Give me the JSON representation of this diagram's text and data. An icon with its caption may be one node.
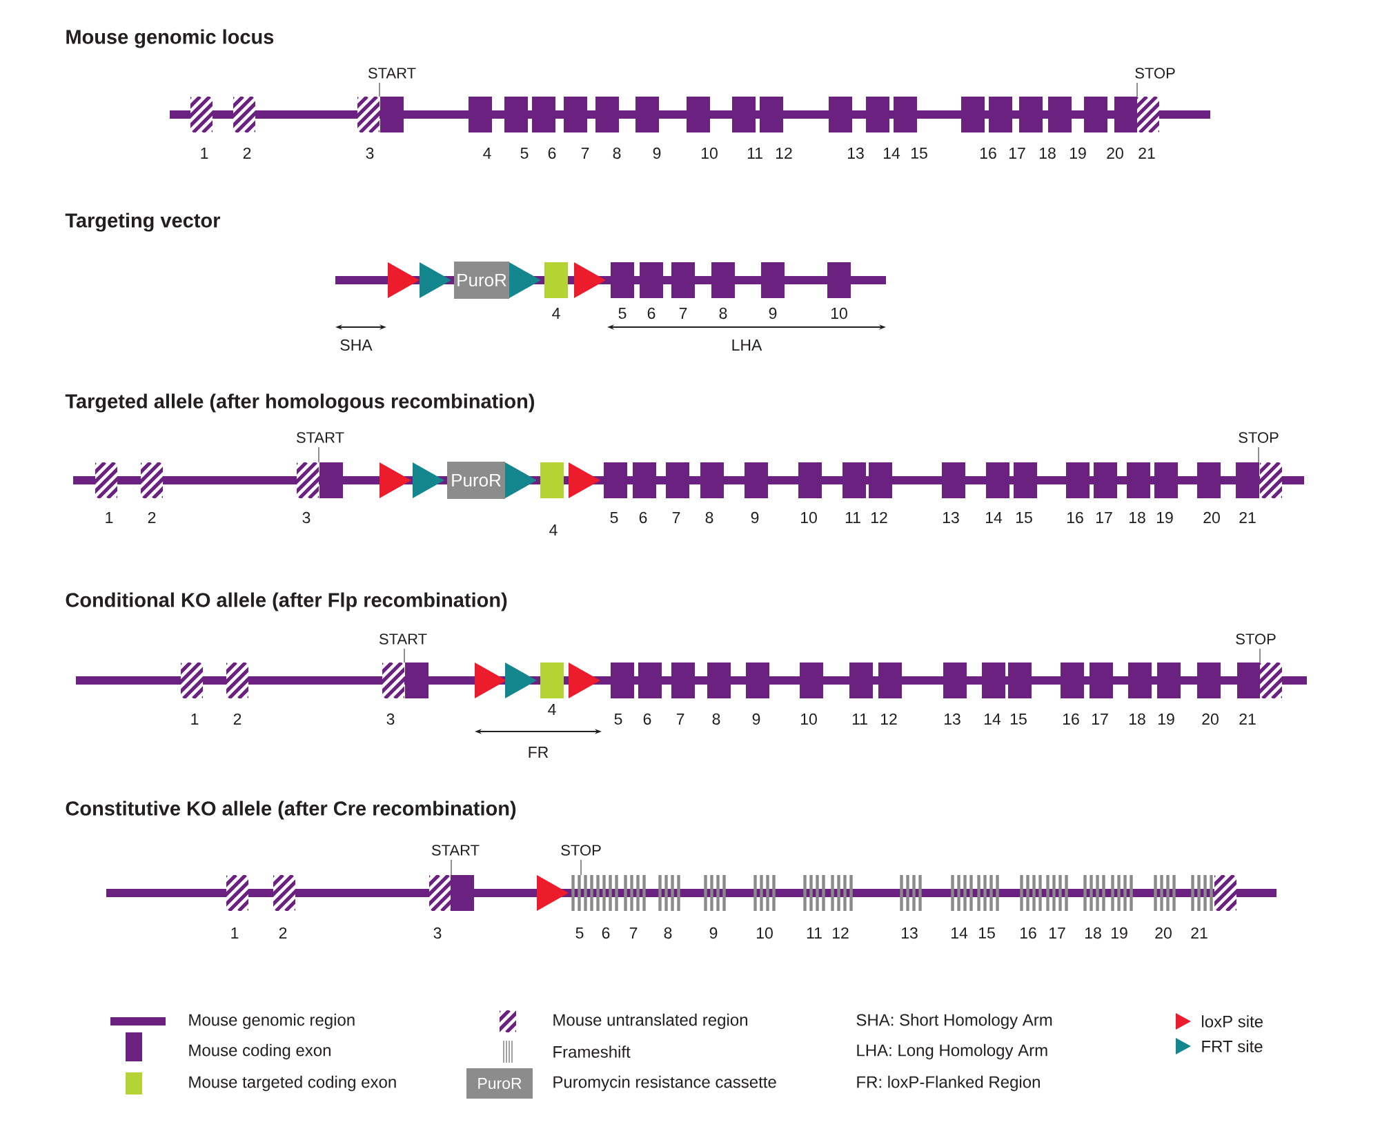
{
  "diagram": {
    "nodes": [
      {
        "text": [
          "PuroR"
        ]
      },
      {
        "text": [
          "PuroR"
        ]
      },
      {
        "text": [
          "PuroR"
        ]
      }
    ],
    "labels": [
      "Mouse genomic locus",
      "START",
      "STOP",
      "1",
      "2",
      "3",
      "4",
      "5",
      "6",
      "7",
      "8",
      "9",
      "10",
      "11",
      "12",
      "13",
      "14",
      "15",
      "16",
      "17",
      "18",
      "19",
      "20",
      "21",
      "Targeting vector",
      "4",
      "5",
      "6",
      "7",
      "8",
      "9",
      "10",
      "SHA",
      "LHA",
      "Targeted allele (after homologous recombination)",
      "START",
      "STOP",
      "1",
      "2",
      "3",
      "4",
      "5",
      "6",
      "7",
      "8",
      "9",
      "10",
      "11",
      "12",
      "13",
      "14",
      "15",
      "16",
      "17",
      "18",
      "19",
      "20",
      "21",
      "Conditional KO allele (after Flp recombination)",
      "START",
      "STOP",
      "1",
      "2",
      "3",
      "4",
      "5",
      "6",
      "7",
      "8",
      "9",
      "10",
      "11",
      "12",
      "13",
      "14",
      "15",
      "16",
      "17",
      "18",
      "19",
      "20",
      "21",
      "FR",
      "Constitutive KO allele (after Cre recombination)",
      "START",
      "STOP",
      "1",
      "2",
      "3",
      "5",
      "6",
      "7",
      "8",
      "9",
      "10",
      "11",
      "12",
      "13",
      "14",
      "15",
      "16",
      "17",
      "18",
      "19",
      "20",
      "21"
    ],
    "legend": [
      {
        "text": "Mouse genomic region"
      },
      {
        "text": "Mouse coding exon",
        "color": "#6b2180"
      },
      {
        "text": "Mouse targeted coding exon",
        "color": "#b5d334"
      },
      {
        "text": "Mouse untranslated region"
      },
      {
        "text": "Frameshift"
      },
      {
        "text": "Puromycin resistance cassette"
      },
      {
        "text": "SHA: Short Homology Arm"
      },
      {
        "text": "LHA: Long Homology Arm"
      },
      {
        "text": "FR: loxP-Flanked Region"
      },
      {
        "text": "loxP site",
        "color": "#ec1c2c"
      },
      {
        "text": "FRT site",
        "color": "#13878d"
      }
    ]
  }
}
